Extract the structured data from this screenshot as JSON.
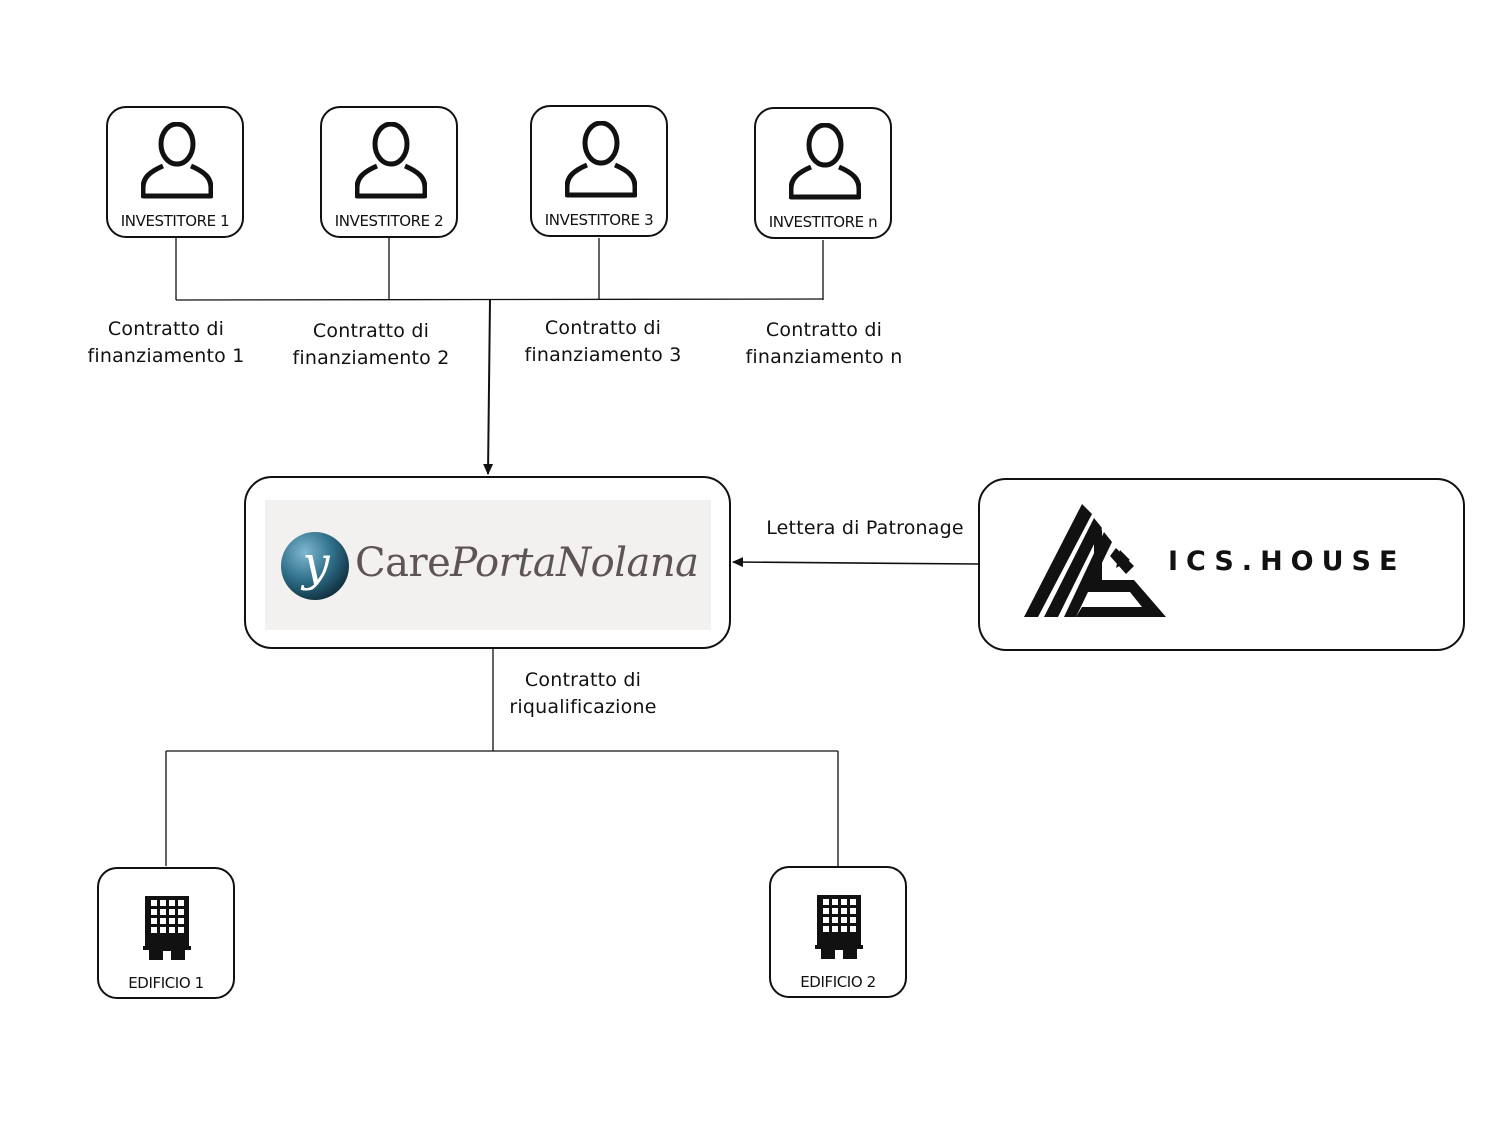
{
  "investors": [
    {
      "label": "INVESTITORE 1",
      "icon": "person-icon"
    },
    {
      "label": "INVESTITORE 2",
      "icon": "person-icon"
    },
    {
      "label": "INVESTITORE 3",
      "icon": "person-icon"
    },
    {
      "label": "INVESTITORE n",
      "icon": "person-icon"
    }
  ],
  "financing_contracts": [
    {
      "line1": "Contratto di",
      "line2": "finanziamento 1"
    },
    {
      "line1": "Contratto di",
      "line2": "finanziamento 2"
    },
    {
      "line1": "Contratto di",
      "line2": "finanziamento 3"
    },
    {
      "line1": "Contratto di",
      "line2": "finanziamento n"
    }
  ],
  "care": {
    "logo_letter": "y",
    "word1": "Care",
    "word2": "Porta",
    "word3": "Nolana"
  },
  "ics": {
    "logo_text": "ICS.HOUSE"
  },
  "patronage_label": "Lettera di Patronage",
  "requalification": {
    "line1": "Contratto di",
    "line2": "riqualificazione"
  },
  "buildings": [
    {
      "label": "EDIFICIO 1",
      "icon": "building-icon"
    },
    {
      "label": "EDIFICIO 2",
      "icon": "building-icon"
    }
  ],
  "colors": {
    "line": "#111111",
    "care_text": "#5e5455",
    "care_bg": "#f2f1ef",
    "care_sphere": "#2f6f8a"
  }
}
